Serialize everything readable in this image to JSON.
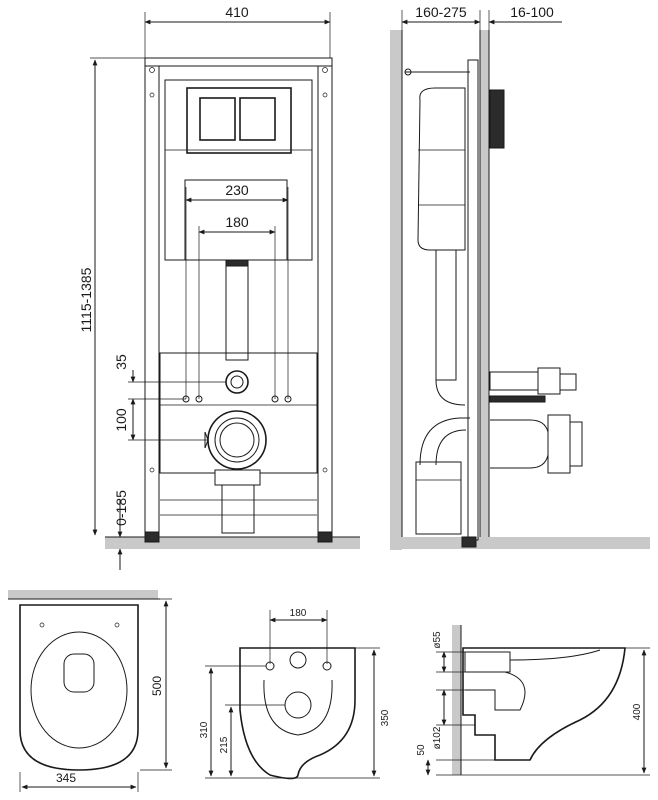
{
  "front_view": {
    "width": "410",
    "height": "1115-1385",
    "outlet_spacing": "230",
    "stud_spacing": "180",
    "supply_offset": "35",
    "drain_offset": "100",
    "leg_adjust": "0-185"
  },
  "side_view": {
    "depth": "160-275",
    "wall_gap": "16-100"
  },
  "bowl_top": {
    "width": "345",
    "length": "500"
  },
  "bowl_back": {
    "bolt_spacing": "180",
    "bolt_height": "310",
    "outlet_height": "215",
    "total_height": "350"
  },
  "bowl_side": {
    "inlet_dia": "ø55",
    "outlet_dia": "ø102",
    "floor_offset": "50",
    "height": "400"
  }
}
